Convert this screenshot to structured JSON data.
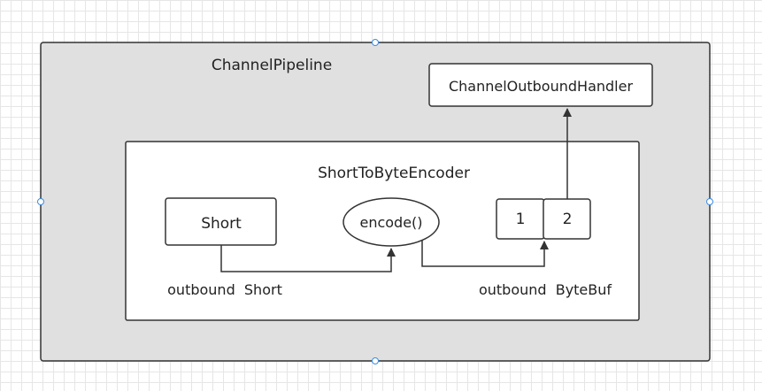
{
  "diagram": {
    "pipeline_label": "ChannelPipeline",
    "outbound_handler_label": "ChannelOutboundHandler",
    "encoder_label": "ShortToByteEncoder",
    "short_box_label": "Short",
    "encode_label": "encode()",
    "buffer_cell_1": "1",
    "buffer_cell_2": "2",
    "caption_outbound_short": "outbound  Short",
    "caption_outbound_bytebuf": "outbound  ByteBuf"
  }
}
